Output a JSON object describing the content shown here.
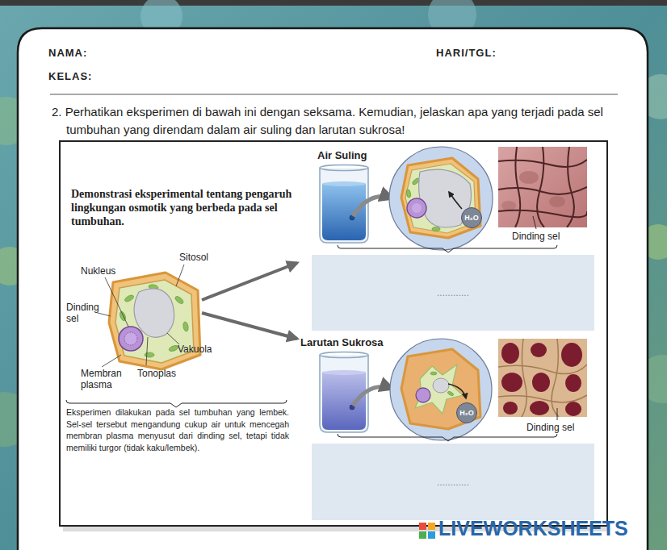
{
  "diagram": {
    "title": "Demonstrasi eksperimental tentang pengaruh lingkungan osmotik yang berbeda pada sel tumbuhan.",
    "nodes": [
      {
        "text": [
          "............"
        ]
      },
      {
        "text": [
          "............"
        ]
      },
      {
        "text": [
          "H₂O"
        ]
      },
      {
        "text": [
          "H₂O"
        ]
      }
    ],
    "labels": [
      "NAMA:",
      "HARI/TGL:",
      "KELAS:",
      "2. Perhatikan eksperimen di bawah ini dengan seksama. Kemudian, jelaskan apa yang terjadi pada sel tumbuhan yang direndam dalam air suling dan larutan sukrosa!",
      "Nukleus",
      "Sitosol",
      "Dinding sel",
      "Vakuola",
      "Membran plasma",
      "Tonoplas",
      "Eksperimen dilakukan pada sel tumbuhan yang lembek. Sel-sel tersebut mengandung cukup air untuk mencegah membran plasma menyusut dari dinding sel, tetapi tidak memiliki turgor (tidak kaku/lembek).",
      "Air Suling",
      "Dinding sel",
      "Larutan Sukrosa",
      "Dinding sel",
      "LIVEWORKSHEETS"
    ]
  }
}
